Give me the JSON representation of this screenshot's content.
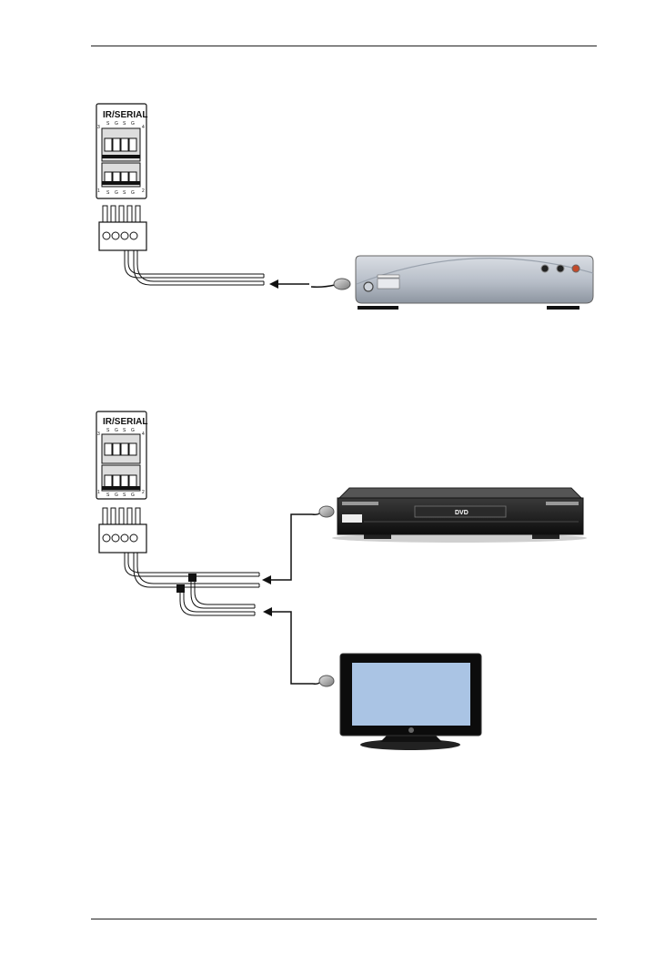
{
  "page": {
    "header_rule": true,
    "footer_rule": true
  },
  "diagram_1": {
    "connector_label": "IR/SERIAL",
    "pin_labels_top": [
      "S",
      "G",
      "S",
      "G"
    ],
    "pin_labels_bottom": [
      "S",
      "G",
      "S",
      "G"
    ],
    "corner_labels": [
      "3",
      "4",
      "1",
      "2"
    ],
    "device": "set-top-box"
  },
  "diagram_2": {
    "connector_label": "IR/SERIAL",
    "pin_labels_top": [
      "S",
      "G",
      "S",
      "G"
    ],
    "pin_labels_bottom": [
      "S",
      "G",
      "S",
      "G"
    ],
    "corner_labels": [
      "3",
      "4",
      "1",
      "2"
    ],
    "devices": [
      "dvd-player",
      "flat-panel-tv"
    ],
    "dvd_display_text": "DVD"
  },
  "icons": [
    "ir-emitter-icon",
    "arrow-left-icon",
    "set-top-box-icon",
    "dvd-player-icon",
    "tv-icon"
  ]
}
